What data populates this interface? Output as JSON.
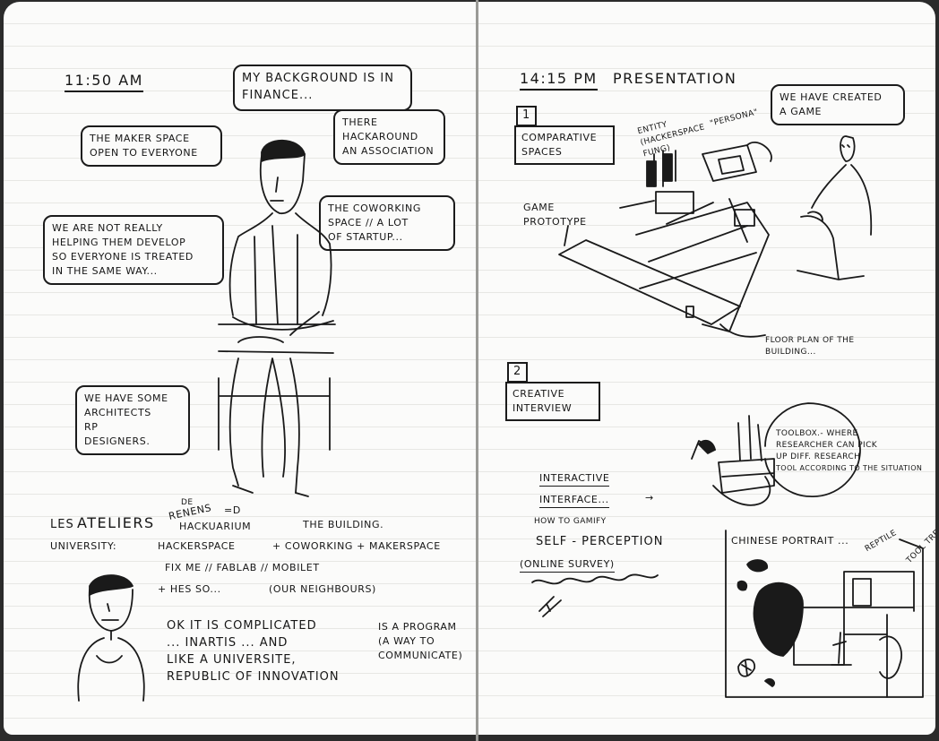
{
  "left": {
    "time": "11:50 AM",
    "bubble_background": [
      "My background is in",
      "finance..."
    ],
    "bubble_association": [
      "There",
      "hackaround",
      "an association"
    ],
    "bubble_makerspace": [
      "The maker space",
      "open to everyone"
    ],
    "bubble_coworking": [
      "The coworking",
      "space // a lot",
      "of startup..."
    ],
    "bubble_helping": [
      "We are not really",
      "helping them develop",
      "so everyone is treated",
      "in the same way..."
    ],
    "bubble_architects": [
      "We have some",
      "architects",
      "RP",
      "designers."
    ],
    "ateliers": {
      "les": "Les",
      "ateliers": "Ateliers",
      "de": "de",
      "renens": "Renens",
      "arrow": "=D",
      "hackuarium": "Hackuarium",
      "building": "the building.",
      "university": "University:",
      "hackerspace": "Hackerspace",
      "plus_coworking": "+ coworking + makerspace",
      "fix_me": "Fix me // Fablab // Mobilet",
      "hes": "+ HES SO...",
      "neighbours": "(our neighbours)"
    },
    "complicated": [
      "Ok it is complicated",
      "... Inartis ... and",
      "like a universite,",
      "republic of innovation"
    ],
    "program": [
      "is a program",
      "(a way to",
      "communicate)"
    ]
  },
  "right": {
    "time": "14:15 PM",
    "heading": "Presentation",
    "section1_number": "1",
    "section1_title": [
      "Comparative",
      "spaces"
    ],
    "game_prototype": [
      "Game",
      "prototype"
    ],
    "entity_label": [
      "Entity",
      "(hackerspace",
      "fung)"
    ],
    "persona_label": "\"Persona\"",
    "bubble_game": [
      "We have created",
      "a game"
    ],
    "floor_plan": [
      "Floor plan of the",
      "building..."
    ],
    "section2_number": "2",
    "section2_title": [
      "Creative",
      "interview"
    ],
    "toolbox": [
      "Toolbox.- where",
      "researcher can pick",
      "up diff. research",
      "tool according to the situation"
    ],
    "interactive": [
      "Interactive",
      "interface..."
    ],
    "gamify": "How to gamify",
    "self_perception": "Self - perception",
    "online_survey": "(Online survey)",
    "portrait_title": "Chinese portrait ...",
    "portrait_labels": [
      "Reptile",
      "Tool tree"
    ]
  }
}
